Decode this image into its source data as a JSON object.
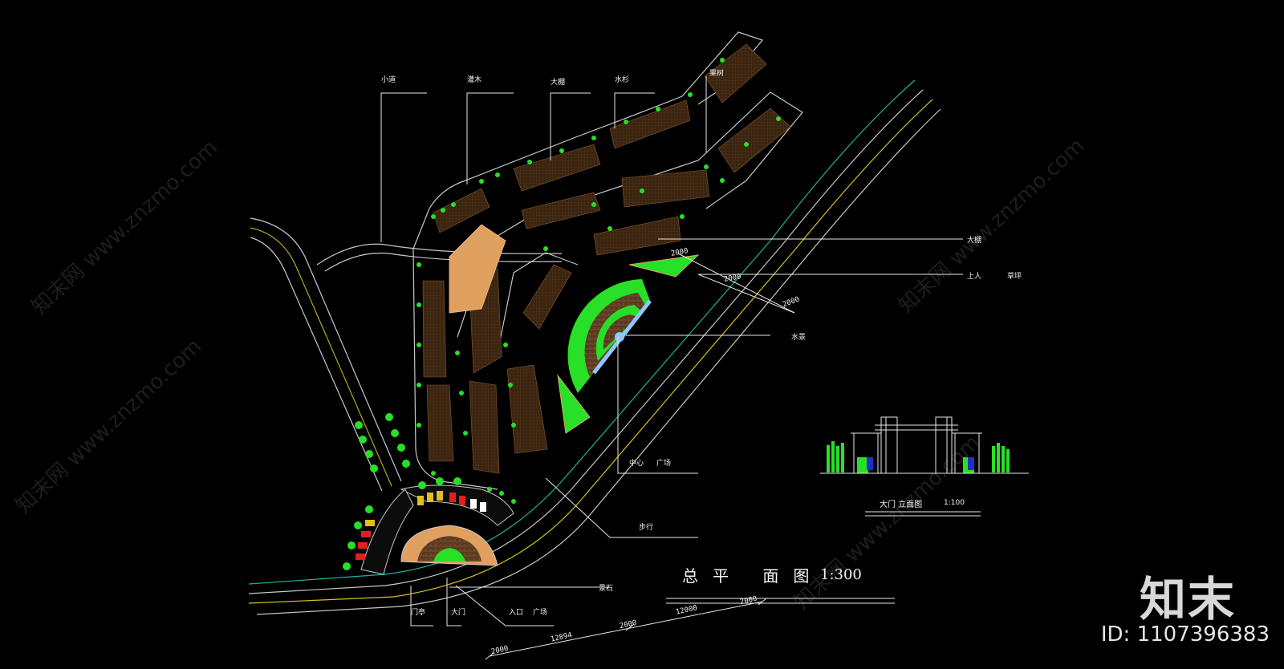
{
  "labels": {
    "xiaodao": "小道",
    "guanmu": "灌木",
    "dapeng_top": "大棚",
    "shushan": "水杉",
    "guoshu": "果树",
    "dapeng_right": "大棚",
    "shangren": "上人",
    "caoting": "草坪",
    "shuijing": "水景",
    "zhongxin": "中心",
    "guangchang_center": "广场",
    "buxing": "步行",
    "jingshi": "景石",
    "menting": "门亭",
    "damen": "大门",
    "rukou": "入口",
    "guangchang": "广场"
  },
  "dimensions": {
    "d1": "2000",
    "d2": "2000",
    "d3": "2000",
    "d4": "2000",
    "d5": "12894",
    "d6": "2000",
    "d7": "12000",
    "d8": "2000"
  },
  "title": {
    "main": "总平 面图",
    "scale": "1:300"
  },
  "gate": {
    "title": "大门 立面图",
    "scale": "1:100"
  },
  "watermark": {
    "logo": "知末",
    "id": "ID: 1107396383",
    "url": "知末网 www.znzmo.com"
  },
  "colors": {
    "background": "#000000",
    "greenhouse": "#3a2410",
    "tree": "#27e027",
    "road": "#c8c8c8",
    "road_yellow": "#d6c21a",
    "river": "#20b0a0",
    "plaza_tan": "#e0a060",
    "car_red": "#e02020",
    "car_yellow": "#e0c020"
  }
}
